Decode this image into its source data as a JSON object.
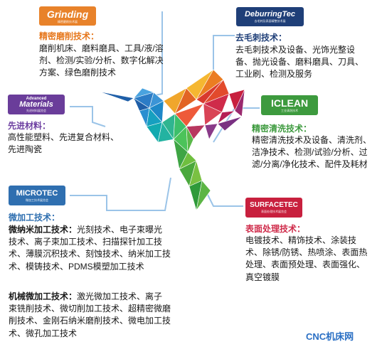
{
  "grinding": {
    "logo": "Grinding",
    "logo_sub": "精密磨削技术展",
    "title": "精密磨削技术：",
    "body": "磨削机床、磨料磨具、工具/液/溶剂、检测/实验/分析、数字化解决方案、绿色磨削技术"
  },
  "deburring": {
    "logo": "DeburringTec",
    "logo_sub": "去毛刺及表面精整技术展",
    "title": "去毛刺技术：",
    "body": "去毛刺技术及设备、光饰光整设备、抛光设备、磨料磨具、刀具、工业刷、检测及服务"
  },
  "materials": {
    "logo_line1": "Advanced",
    "logo_line2": "Materials",
    "logo_sub": "先进材料展览会",
    "title": "先进材料：",
    "body": "高性能塑料、先进复合材料、先进陶瓷"
  },
  "clean": {
    "logo": "ICLEAN",
    "logo_sub": "工业清洗技术",
    "title": "精密清洗技术：",
    "body": "精密清洗技术及设备、清洗剂、洁净技术、检测/试验/分析、过滤/分离/净化技术、配件及耗材"
  },
  "microtec": {
    "logo": "MICROTEC",
    "logo_sub": "微加工技术展览会",
    "title": "微加工技术：",
    "p1_label": "微纳米加工技术：",
    "p1_body": "光刻技术、电子束曝光技术、离子束加工技术、扫描探针加工技术、薄膜沉积技术、刻蚀技术、纳米加工技术、模铸技术、PDMS模塑加工技术",
    "p2_label": "机械微加工技术：",
    "p2_body": "激光微加工技术、离子束铣削技术、微切削加工技术、超精密微磨削技术、金刚石纳米磨削技术、微电加工技术、微孔加工技术"
  },
  "surface": {
    "logo": "SURFACETEC",
    "logo_sub": "表面处理技术展览会",
    "title": "表面处理技术：",
    "body": "电镀技术、精饰技术、涂装技术、除锈/防锈、热喷涂、表面热处理、表面预处理、表面强化、真空镀膜"
  },
  "brand": "CNC机床网",
  "colors": {
    "grinding": "#e8822a",
    "deburring": "#1f3f78",
    "materials": "#6a3d9a",
    "clean": "#3d9a3e",
    "microtec": "#2f6fb0",
    "surface": "#c8203e",
    "connector": "#9bc4e8"
  }
}
